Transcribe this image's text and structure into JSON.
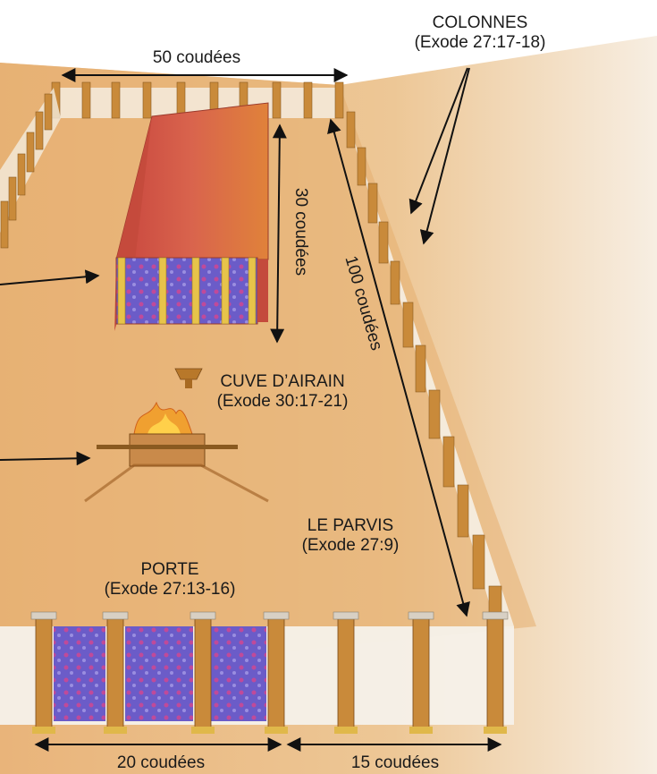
{
  "colors": {
    "ground": "#e8b77e",
    "tent_roof": "#d2574a",
    "tent_side": "#c44a3c",
    "curtain": "#6a5ec4",
    "pillar": "#c9852f",
    "linen": "#f6efe6",
    "fire": "#f0a030",
    "arrow": "#111111"
  },
  "labels": {
    "columns": {
      "title": "COLONNES",
      "ref": "(Exode 27:17-18)"
    },
    "basin": {
      "title": "CUVE D’AIRAIN",
      "ref": "(Exode 30:17-21)"
    },
    "court": {
      "title": "LE PARVIS",
      "ref": "(Exode 27:9)"
    },
    "gate": {
      "title": "PORTE",
      "ref": "(Exode 27:13-16)"
    }
  },
  "dimensions": {
    "width_top": "50 coudées",
    "tent_length": "30 coudées",
    "court_length": "100 coudées",
    "gate_width": "20 coudées",
    "side_width": "15 coudées"
  }
}
